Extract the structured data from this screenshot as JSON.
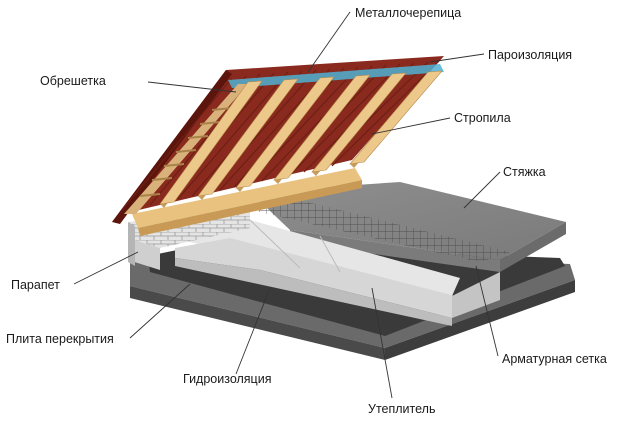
{
  "labels": {
    "metal_tile": "Металлочерепица",
    "vapor_barrier": "Пароизоляция",
    "lathing": "Обрешетка",
    "rafters": "Стропила",
    "screed": "Стяжка",
    "parapet": "Парапет",
    "floor_slab": "Плита перекрытия",
    "rebar_mesh": "Арматурная сетка",
    "waterproofing": "Гидроизоляция",
    "insulation": "Утеплитель"
  },
  "colors": {
    "roof_tile": "#8a2a1e",
    "vapor_film": "#3fa6c9",
    "timber": "#ecc98a",
    "screed": "#8c8c8c",
    "slab": "#5e5e5e",
    "insulation": "#dcdcdc",
    "brick": "#d9d9d9"
  }
}
